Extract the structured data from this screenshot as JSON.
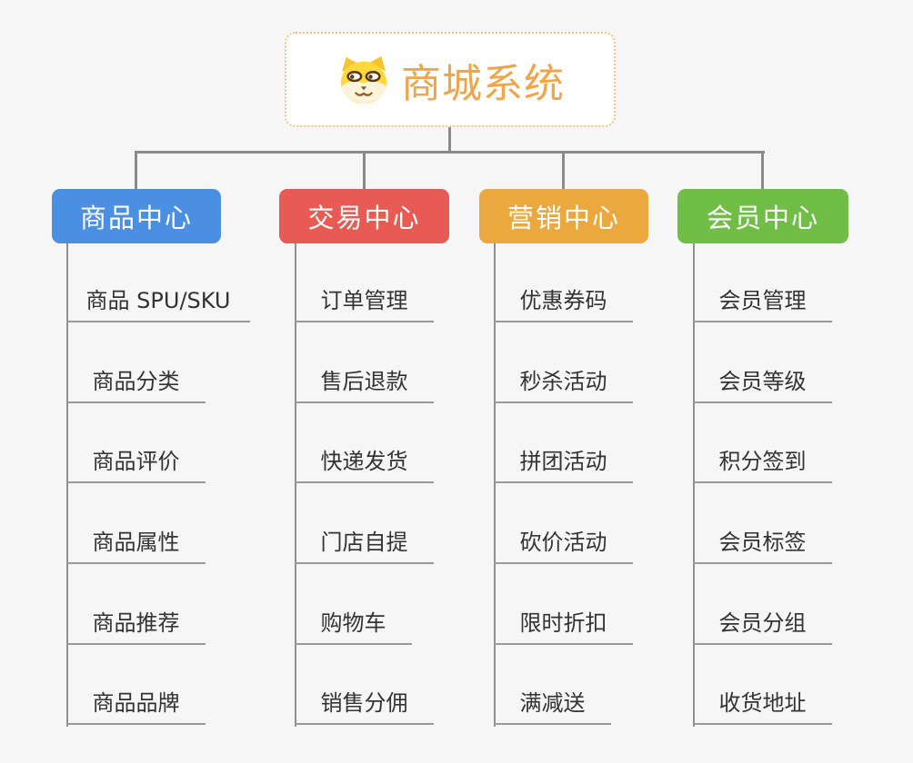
{
  "page": {
    "background_color": "#f6f6f6",
    "connector_color": "#8a8a8a"
  },
  "root": {
    "title": "商城系统",
    "icon": "dog-face-icon",
    "text_color": "#f0a54b",
    "border_color": "#f2c183"
  },
  "branches": [
    {
      "label": "商品中心",
      "color": "#4a8fe2",
      "items": [
        "商品 SPU/SKU",
        "商品分类",
        "商品评价",
        "商品属性",
        "商品推荐",
        "商品品牌"
      ]
    },
    {
      "label": "交易中心",
      "color": "#e85b55",
      "items": [
        "订单管理",
        "售后退款",
        "快递发货",
        "门店自提",
        "购物车",
        "销售分佣"
      ]
    },
    {
      "label": "营销中心",
      "color": "#eaa83e",
      "items": [
        "优惠券码",
        "秒杀活动",
        "拼团活动",
        "砍价活动",
        "限时折扣",
        "满减送"
      ]
    },
    {
      "label": "会员中心",
      "color": "#70be45",
      "items": [
        "会员管理",
        "会员等级",
        "积分签到",
        "会员标签",
        "会员分组",
        "收货地址"
      ]
    }
  ]
}
